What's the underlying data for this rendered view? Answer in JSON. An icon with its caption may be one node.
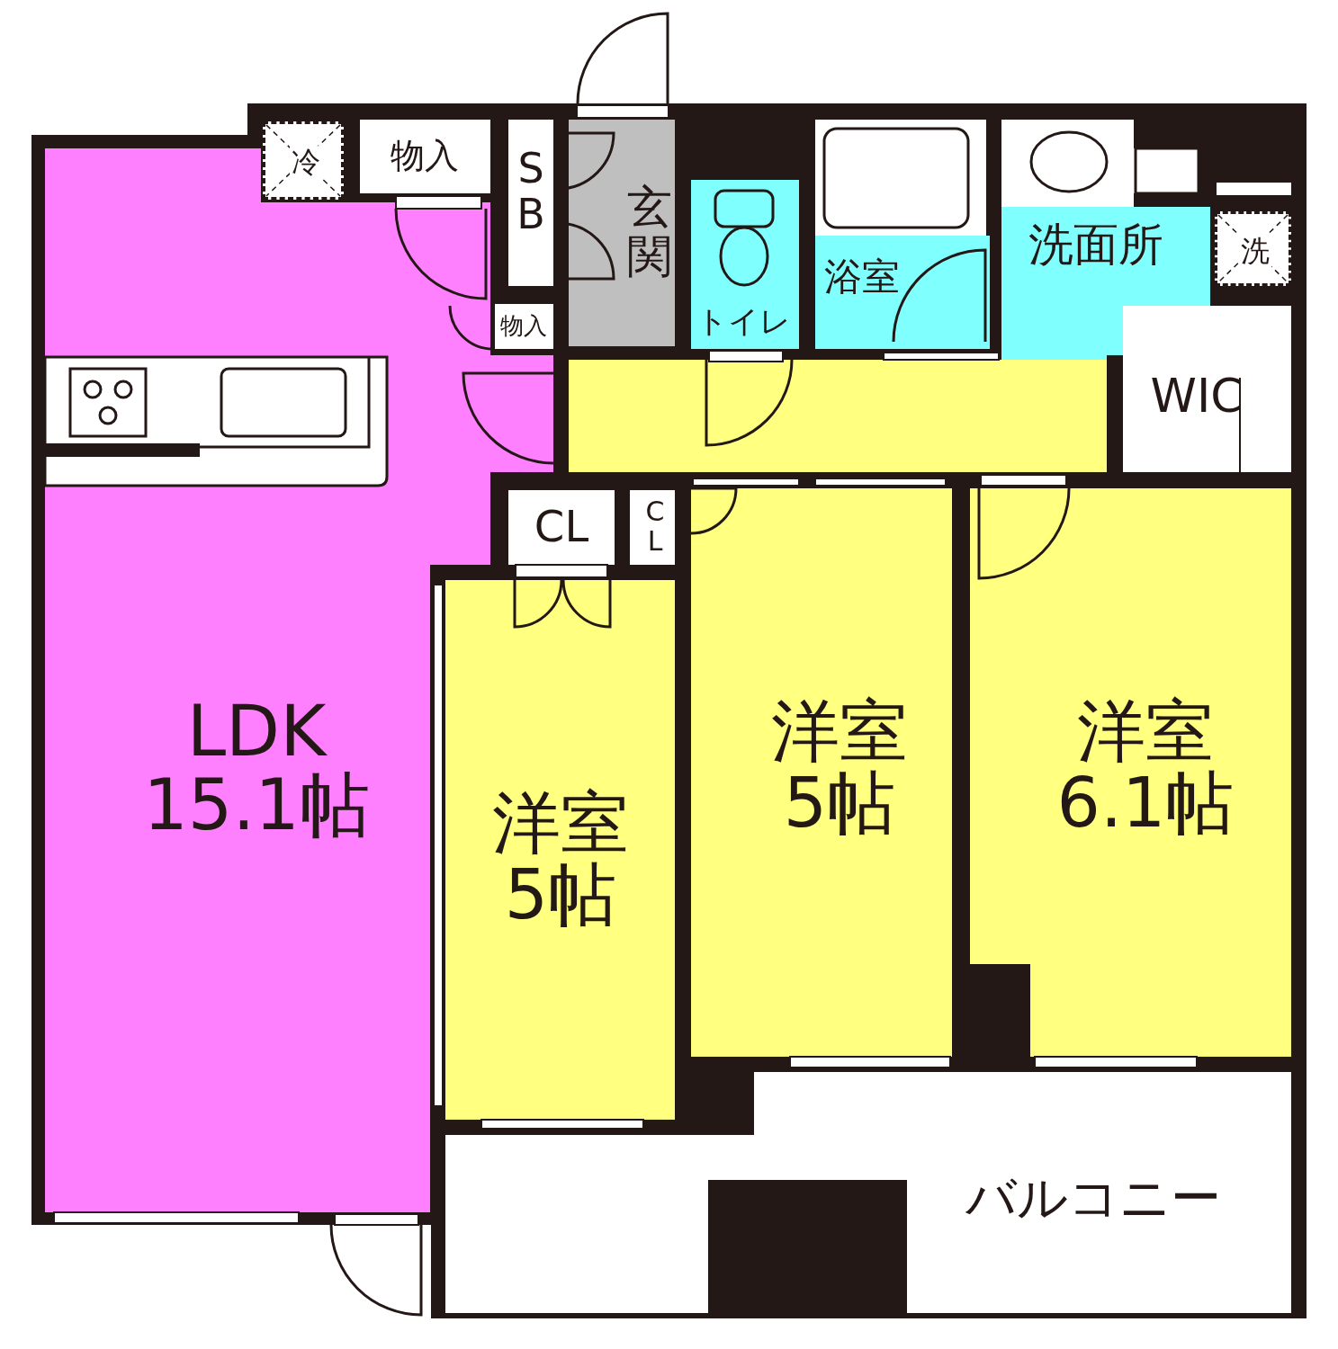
{
  "diagram": {
    "nodes": [
      {
        "text": [
          "LDK",
          "15.1帖"
        ]
      },
      {
        "text": [
          "冷"
        ]
      },
      {
        "text": [
          "物入"
        ]
      },
      {
        "text": [
          "SB"
        ]
      },
      {
        "text": [
          "玄関"
        ]
      },
      {
        "text": [
          "物入"
        ]
      },
      {
        "text": [
          "トイレ"
        ]
      },
      {
        "text": [
          "浴室"
        ]
      },
      {
        "text": [
          "洗面所"
        ]
      },
      {
        "text": [
          "洗"
        ]
      },
      {
        "text": [
          "WIC"
        ]
      },
      {
        "text": [
          "CL"
        ]
      },
      {
        "text": [
          "CL"
        ]
      },
      {
        "text": [
          "洋室",
          "5帖"
        ]
      },
      {
        "text": [
          "洋室",
          "5帖"
        ]
      },
      {
        "text": [
          "洋室",
          "6.1帖"
        ]
      },
      {
        "text": [
          "バルコニー"
        ]
      }
    ]
  }
}
